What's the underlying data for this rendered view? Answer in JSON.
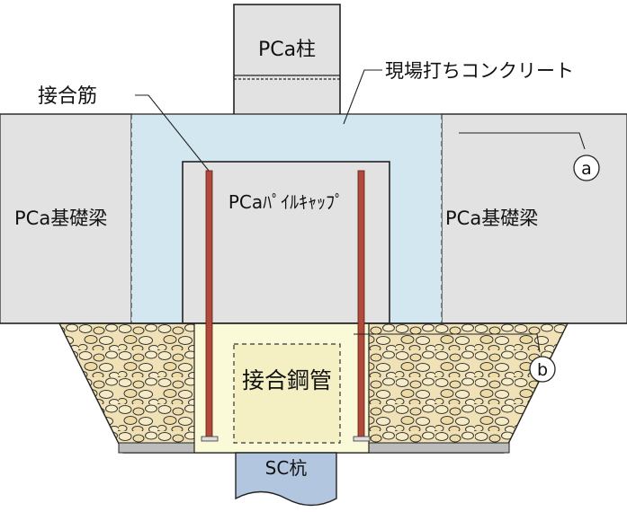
{
  "labels": {
    "pca_column": "PCa柱",
    "site_concrete": "現場打ちコンクリート",
    "joint_rebar": "接合筋",
    "pca_pile_cap": "PCaﾊﾟｲﾙｷｬｯﾌﾟ",
    "pca_beam_left": "PCa基礎梁",
    "pca_beam_right": "PCa基礎梁",
    "joint_steel_pipe": "接合鋼管",
    "sc_pile": "SC杭",
    "marker_a": "a",
    "marker_b": "b"
  },
  "colors": {
    "precast_gray": "#e2e2e2",
    "cast_concrete_blue": "#d3e7f1",
    "pipe_yellow": "#fafad8",
    "pile_blue": "#b3c6df",
    "rebar_red": "#b14a3c",
    "gravel_fill": "#f0e2b6",
    "line": "#222222"
  }
}
